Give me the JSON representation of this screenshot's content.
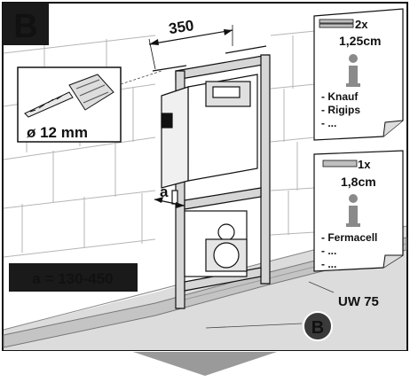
{
  "step_badge": "B",
  "dimension_width": "350",
  "drill_size": "ø 12 mm",
  "dimension_a_letter": "a",
  "a_range_label": "a = 130-450",
  "channel_label": "UW 75",
  "circle_marker": "B",
  "info_card_top": {
    "count": "2x",
    "thickness": "1,25cm",
    "icon": "info-i-icon",
    "items": [
      "- Knauf",
      "- Rigips",
      "- ..."
    ]
  },
  "info_card_bottom": {
    "count": "1x",
    "thickness": "1,8cm",
    "icon": "info-i-icon",
    "items": [
      "- Fermacell",
      "- ...",
      "- ..."
    ]
  },
  "colors": {
    "badge_bg": "#1a1a1a",
    "frame_gray": "#d6d6d6",
    "floor_gray": "#d9d9d9",
    "card_gray": "#bfbfbf",
    "arrow_gray": "#9a9a9a"
  }
}
